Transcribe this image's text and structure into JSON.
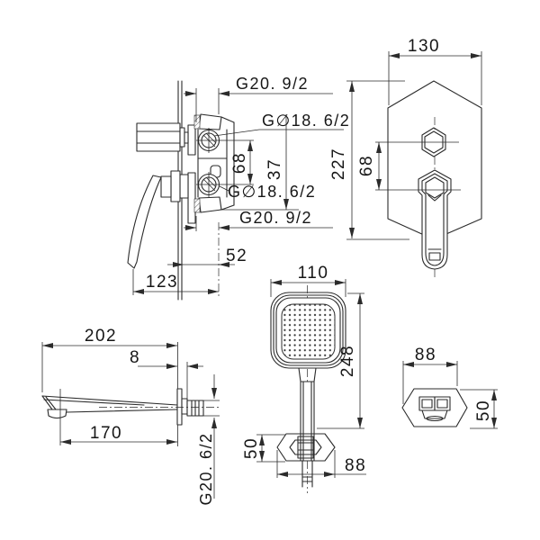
{
  "drawing": {
    "background": "#ffffff",
    "line_color": "#2b2b2b",
    "views": {
      "valve_side": {
        "labels": {
          "thread_top": "G20. 9/2",
          "port_top": "G∅18. 6/2",
          "port_spacing": "68",
          "outlet_offset": "37",
          "port_bottom": "G∅18. 6/2",
          "thread_bottom": "G20. 9/2",
          "depth": "52",
          "total_depth": "123"
        }
      },
      "valve_front": {
        "labels": {
          "width": "130",
          "height": "227",
          "spacing": "68"
        }
      },
      "hand_shower": {
        "labels": {
          "head_width": "110",
          "length": "248",
          "bracket_height": "50",
          "bracket_width": "88"
        }
      },
      "spout": {
        "labels": {
          "total_length": "202",
          "flange": "8",
          "reach": "170",
          "thread": "G20. 6/2"
        }
      },
      "wall_bracket": {
        "labels": {
          "width": "88",
          "height": "50"
        }
      }
    }
  }
}
